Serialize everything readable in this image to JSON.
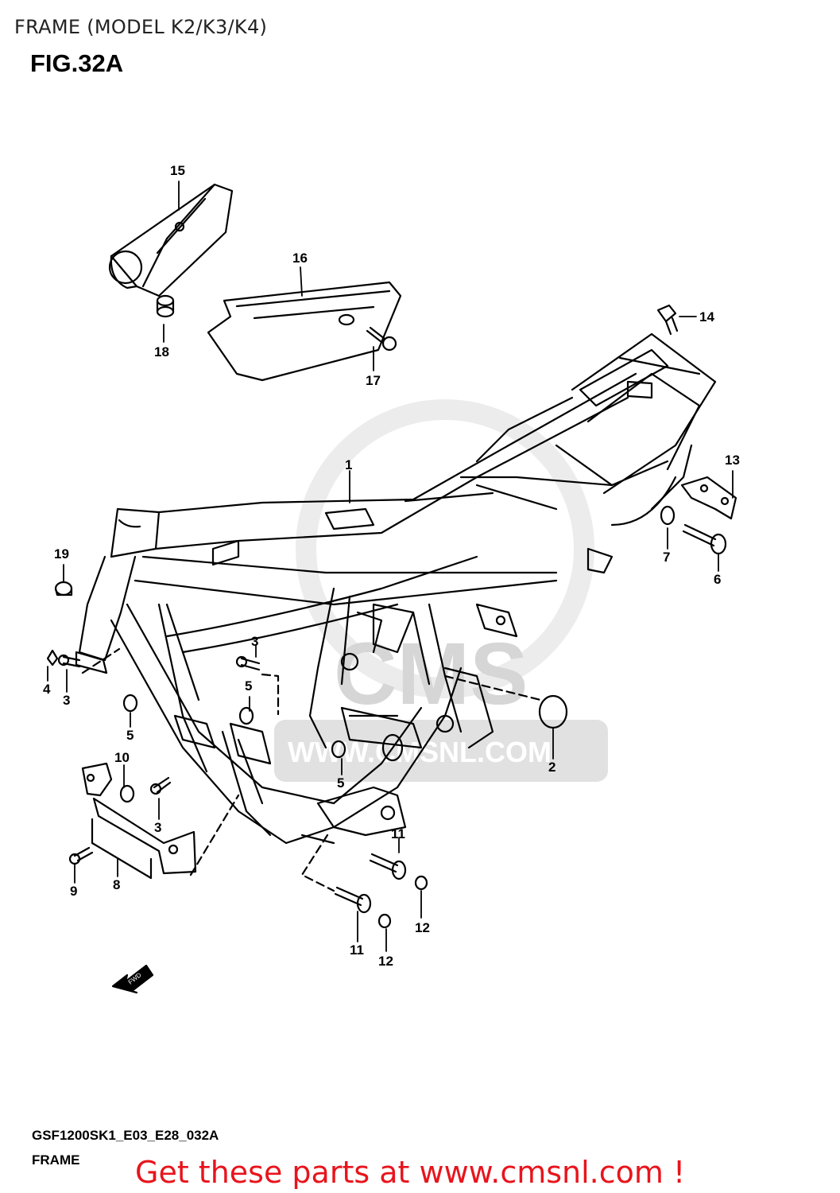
{
  "header": {
    "title": "FRAME (MODEL K2/K3/K4)",
    "figure": "FIG.32A"
  },
  "footer": {
    "diagram_code": "GSF1200SK1_E03_E28_032A",
    "section_name": "FRAME",
    "promo_text": "Get these parts at www.cmsnl.com !"
  },
  "watermark": {
    "text": "CMS",
    "url": "WWW.CMSNL.COM"
  },
  "fwd_arrow": {
    "label": "FWD"
  },
  "callouts": [
    "1",
    "2",
    "3",
    "3",
    "3",
    "4",
    "5",
    "5",
    "5",
    "6",
    "7",
    "8",
    "9",
    "10",
    "11",
    "11",
    "12",
    "12",
    "13",
    "14",
    "15",
    "16",
    "17",
    "18",
    "19"
  ],
  "colors": {
    "promo": "#e8141c",
    "line": "#000000",
    "watermark": "#d9d9d9"
  }
}
